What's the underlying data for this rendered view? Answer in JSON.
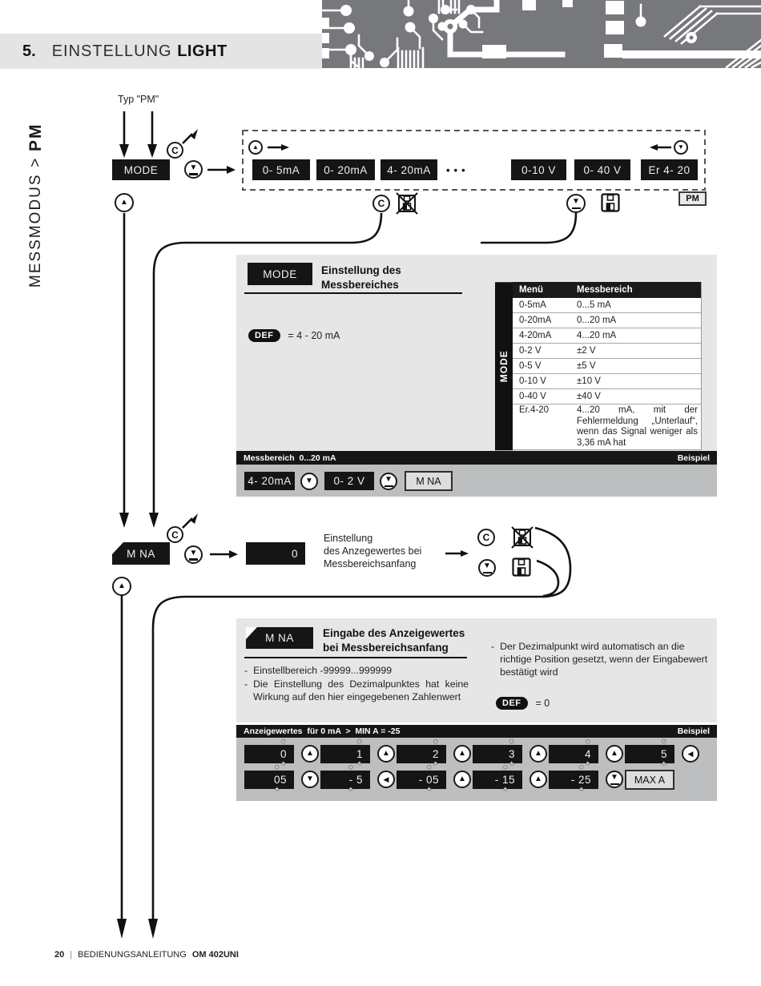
{
  "header": {
    "number": "5.",
    "title": "EINSTELLUNG",
    "title_bold": "LIGHT"
  },
  "sidebar": {
    "label": "MESSMODUS",
    "gt": " > ",
    "mode": "PM"
  },
  "chars": {
    "dash": "-"
  },
  "icons": {
    "up": "▲",
    "down": "▼",
    "left": "◀",
    "c": "C"
  },
  "flow_top": {
    "typ_label": "Typ \"PM\"",
    "mode_display": "MODE",
    "ranges": [
      "0- 5mA",
      "0- 20mA",
      "4- 20mA"
    ],
    "dots": "•••",
    "ranges2": [
      "0-10 V",
      "0- 40 V",
      "Er 4- 20"
    ],
    "pm_badge": "PM"
  },
  "flow_mna": {
    "display": "M NA",
    "value": "0",
    "desc_lines": [
      "Einstellung",
      "des Anzegewertes bei",
      "Messbereichsanfang"
    ]
  },
  "mode_panel": {
    "display": "MODE",
    "heading1": "Einstellung des",
    "heading2": "Messbereiches",
    "def": "DEF",
    "def_value": "= 4 - 20 mA",
    "table_side": "MODE",
    "th1": "Menü",
    "th2": "Messbereich",
    "rows": [
      [
        "0-5mA",
        "0...5 mA"
      ],
      [
        "0-20mA",
        "0...20 mA"
      ],
      [
        "4-20mA",
        "4...20 mA"
      ],
      [
        "0-2 V",
        "±2 V"
      ],
      [
        "0-5 V",
        "±5 V"
      ],
      [
        "0-10 V",
        "±10 V"
      ],
      [
        "0-40 V",
        "±40 V"
      ],
      [
        "Er.4-20",
        "4...20 mA, mit der Fehlermeldung „Unterlauf“, wenn das Signal weniger als 3,36 mA hat"
      ]
    ]
  },
  "example1": {
    "title": "Messbereich  0...20 mA",
    "tag": "Beispiel",
    "d1": "4- 20mA",
    "d2": "0- 2 V",
    "d3": "M NA"
  },
  "mna_panel": {
    "display": "M NA",
    "heading1": "Eingabe des Anzeigewertes",
    "heading2": "bei Messbereichsanfang",
    "b1": "Einstellbereich  -99999...999999",
    "b2": "Die Einstellung des Dezimalpunktes hat keine Wirkung auf den hier eingegebenen Zahlenwert",
    "b3": "Der Dezimalpunkt wird automatisch an die richtige Position gesetzt, wenn der Eingabewert bestätigt wird",
    "def": "DEF",
    "def_value": "= 0"
  },
  "example2": {
    "title": "Anzeigewertes  für 0 mA  >  MIN A = -25",
    "tag": "Beispiel",
    "row1": [
      {
        "pre": "",
        "blink": "0",
        "post": ""
      },
      {
        "pre": "",
        "blink": "1",
        "post": ""
      },
      {
        "pre": "",
        "blink": "2",
        "post": ""
      },
      {
        "pre": "",
        "blink": "3",
        "post": ""
      },
      {
        "pre": "",
        "blink": "4",
        "post": ""
      },
      {
        "pre": "",
        "blink": "5",
        "post": ""
      }
    ],
    "row2": [
      {
        "pre": "",
        "blink": "0",
        "post": "5"
      },
      {
        "pre": "",
        "blink": "-",
        "post": " 5"
      },
      {
        "pre": "- ",
        "blink": "0",
        "post": "5"
      },
      {
        "pre": "- ",
        "blink": "1",
        "post": "5"
      },
      {
        "pre": "- ",
        "blink": "2",
        "post": "5"
      }
    ],
    "max_display": "MAX A"
  },
  "footer": {
    "page": "20",
    "sep": "|",
    "text": "BEDIENUNGSANLEITUNG",
    "product": "OM 402UNI"
  }
}
